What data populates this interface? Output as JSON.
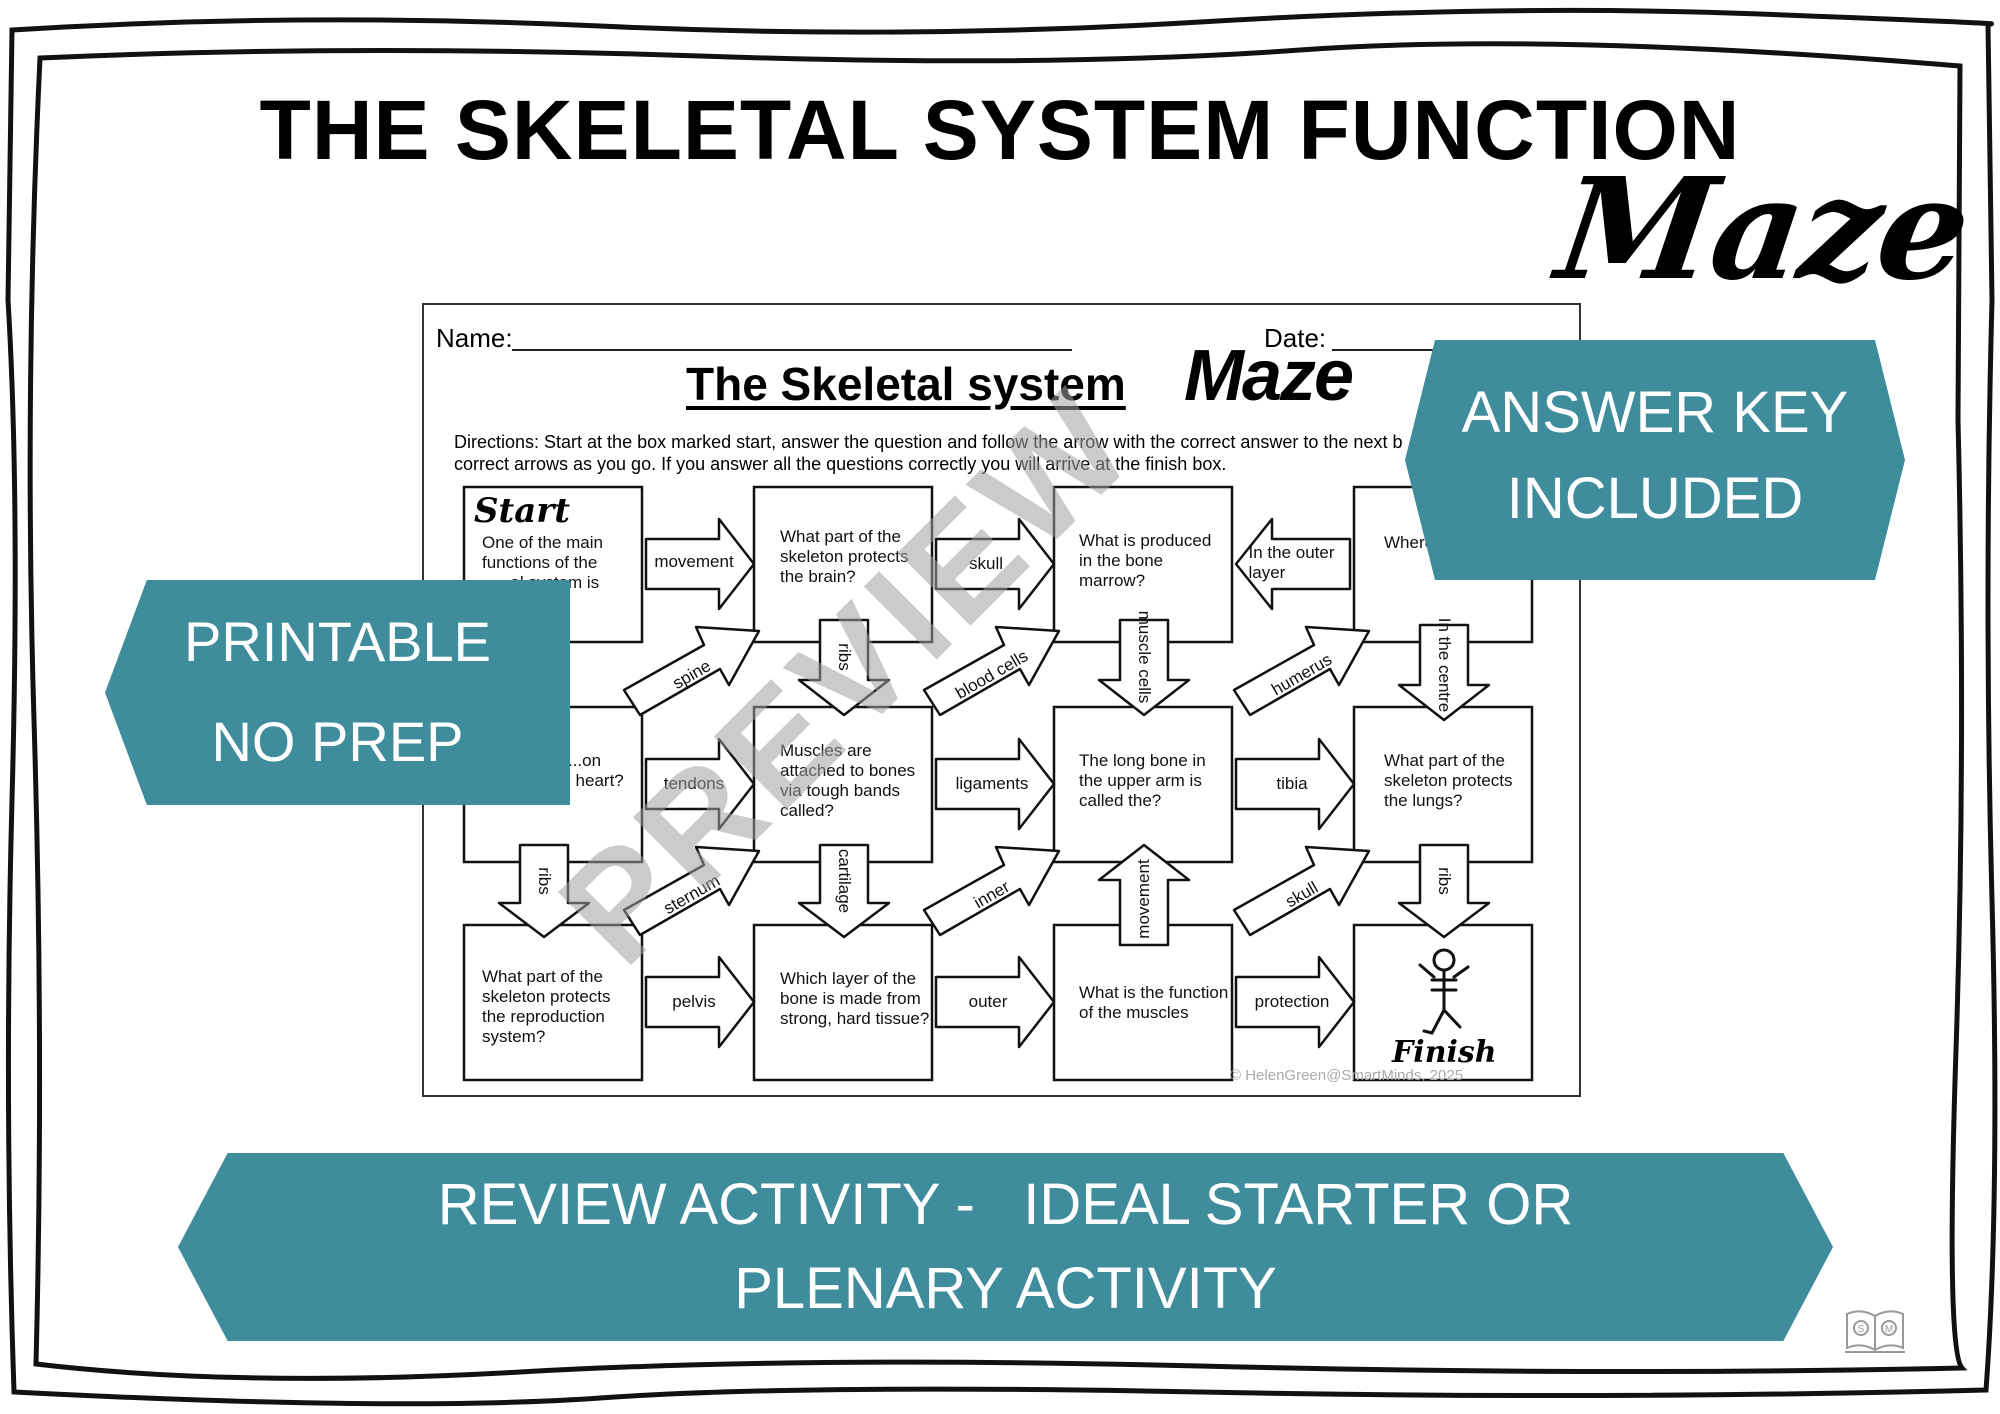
{
  "header": {
    "title": "THE SKELETAL SYSTEM FUNCTION",
    "script_word": "Maze"
  },
  "worksheet": {
    "name_label": "Name:",
    "date_label": "Date:",
    "title": "The Skeletal system",
    "script_word": "Maze",
    "directions_line1": "Directions: Start at the box marked start, answer the question and follow the arrow with the correct answer to the next b",
    "directions_line2": "correct arrows as you go. If you answer all the questions correctly you will arrive at the finish box.",
    "start_label": "Start",
    "finish_label": "Finish",
    "cells": {
      "r1c1": "One of the main functions of the ___al system is",
      "r1c2": "What part of the skeleton protects the brain?",
      "r1c3": "What is produced in the bone marrow?",
      "r1c4": "Where marrow",
      "r2c1": "...art of the ...on protects the heart?",
      "r2c2": "Muscles are attached to bones via tough bands called?",
      "r2c3": "The long bone in the upper arm is called the?",
      "r2c4": "What part of the skeleton protects the lungs?",
      "r3c1": "What part of the skeleton protects the reproduction system?",
      "r3c2": "Which layer of the bone is made from strong, hard tissue?",
      "r3c3": "What is the function of the muscles"
    },
    "arrows": {
      "movement_top": "movement",
      "skull_top": "skull",
      "outer_layer": "In the outer layer",
      "spine": "spine",
      "ribs_mid": "ribs",
      "blood_cells": "blood cells",
      "muscle_cells": "muscle cells",
      "humerus": "humerus",
      "in_the_centre": "In the centre",
      "tendons": "tendons",
      "ligaments": "ligaments",
      "tibia": "tibia",
      "ribs_left": "ribs",
      "sternum": "sternum",
      "cartilage": "cartilage",
      "inner": "inner",
      "movement_up": "movement",
      "skull_low": "skull",
      "ribs_right": "ribs",
      "pelvis": "pelvis",
      "outer": "outer",
      "protection": "protection"
    },
    "copyright": "© HelenGreen@SmartMinds, 2025",
    "watermark": "PREVIEW"
  },
  "banners": {
    "answer_key_line1": "ANSWER KEY",
    "answer_key_line2": "INCLUDED",
    "printable_line1": "PRINTABLE",
    "printable_line2": "NO PREP",
    "review_line1": "REVIEW ACTIVITY -   IDEAL STARTER OR",
    "review_line2": "PLENARY ACTIVITY"
  },
  "colors": {
    "banner": "#3f8c9c",
    "text": "#000000",
    "watermark": "#a0a0a0"
  },
  "icons": {
    "skeleton": "skeleton-dancing-icon",
    "logo": "open-book-logo-icon"
  }
}
